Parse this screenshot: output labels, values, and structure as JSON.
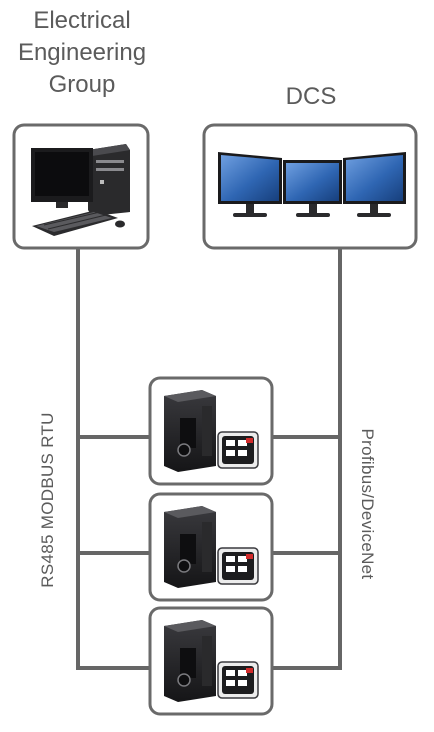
{
  "labels": {
    "electrical_engineering_group": [
      "Electrical",
      "Engineering",
      "Group"
    ],
    "dcs": "DCS",
    "rs485_modbus_rtu": "RS485 MODBUS RTU",
    "profibus_devicenet": "Profibus/DeviceNet"
  },
  "devices": {
    "workstation": "desktop-computer-icon",
    "dcs_monitors": "triple-monitor-icon",
    "controller": "motor-controller-icon",
    "controller_count": 3
  },
  "colors": {
    "line": "#666666",
    "box_border": "#6a6a6a",
    "text": "#5b5b5b",
    "screen": "#2f66b3",
    "device_dark": "#1f1f22"
  }
}
